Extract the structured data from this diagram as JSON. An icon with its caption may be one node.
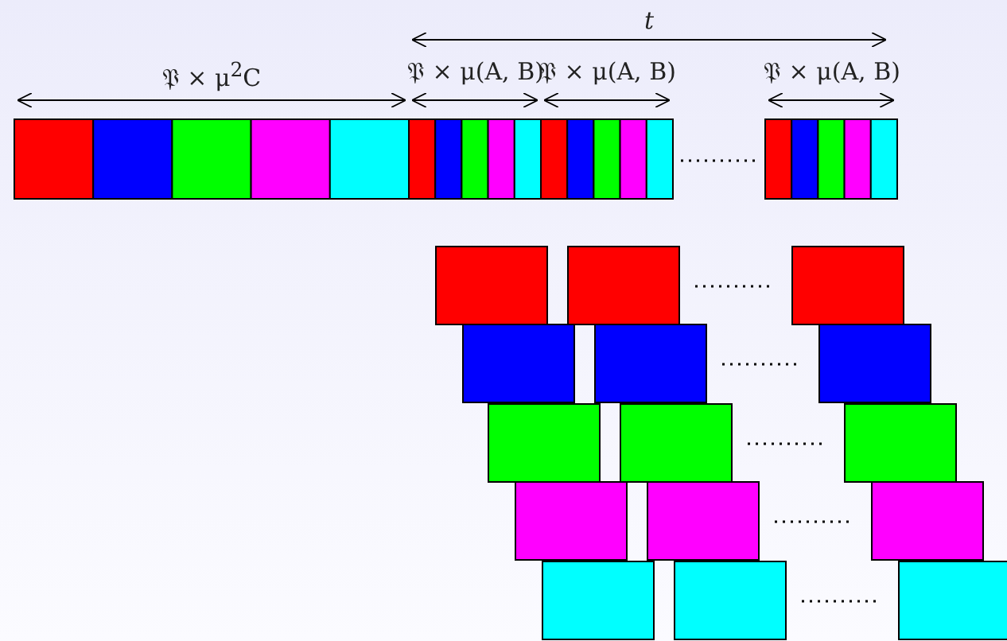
{
  "diagram": {
    "labels": [
      "t",
      "𝔓 × μ$^{2}$C",
      "𝔓 × μ(A, B)",
      "𝔓 × μ(A, B)",
      "𝔓 × μ(A, B)"
    ]
  }
}
